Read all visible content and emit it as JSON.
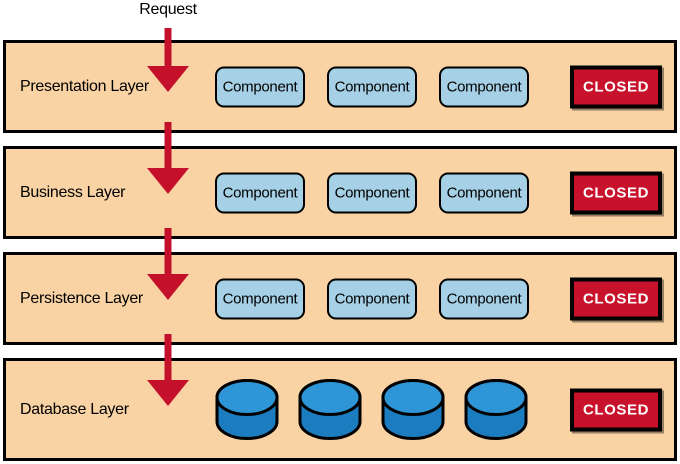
{
  "request_label": "Request",
  "layers": [
    {
      "name": "Presentation Layer",
      "components": [
        "Component",
        "Component",
        "Component"
      ],
      "closed": "CLOSED"
    },
    {
      "name": "Business Layer",
      "components": [
        "Component",
        "Component",
        "Component"
      ],
      "closed": "CLOSED"
    },
    {
      "name": "Persistence Layer",
      "components": [
        "Component",
        "Component",
        "Component"
      ],
      "closed": "CLOSED"
    },
    {
      "name": "Database Layer",
      "database_count": 4,
      "closed": "CLOSED"
    }
  ],
  "colors": {
    "background": "#FFFFFF",
    "band_fill": "#F9D3A4",
    "band_border": "#000000",
    "component_fill": "#A5D0E6",
    "component_border": "#000000",
    "closed_fill": "#C8112B",
    "closed_border": "#000000",
    "closed_text": "#FFFFFF",
    "arrow": "#C5102C",
    "cylinder_top": "#2E96D6",
    "cylinder_body": "#1B7DC0",
    "outline": "#000000",
    "text": "#000000"
  }
}
